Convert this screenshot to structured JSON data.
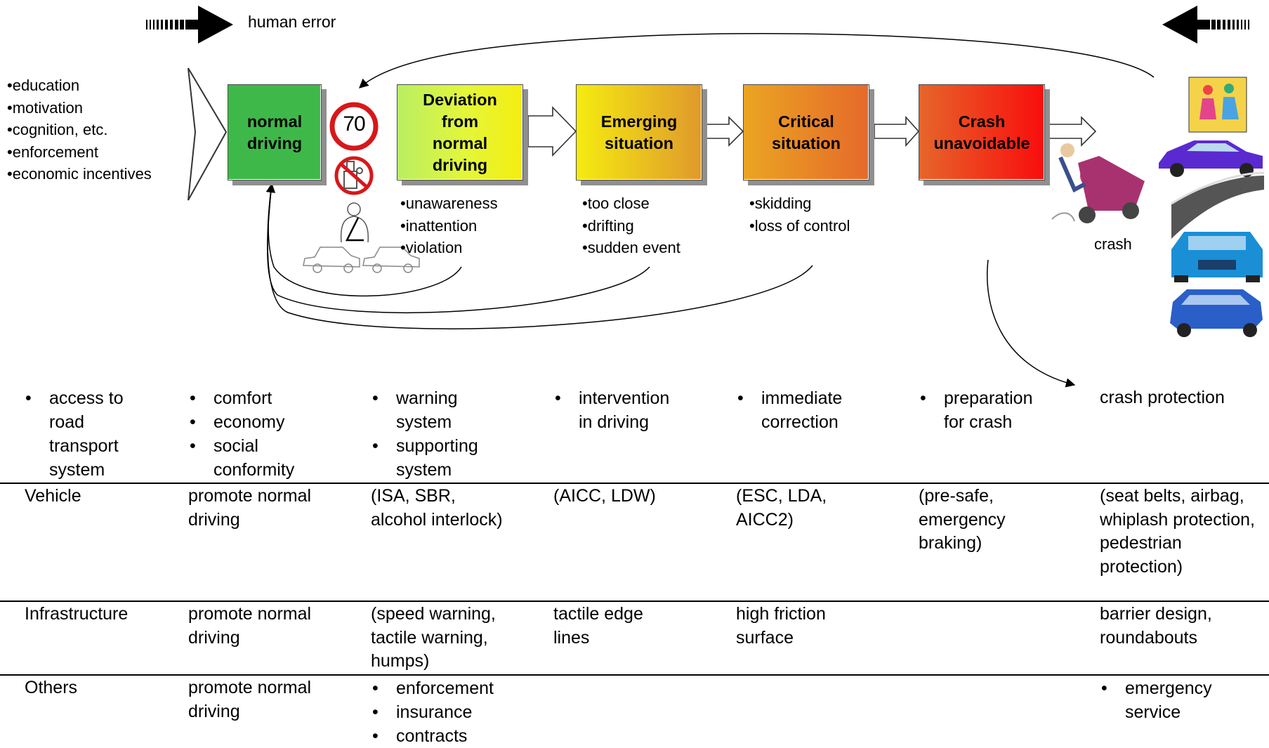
{
  "colors": {
    "normal_driving": "#3fb84a",
    "deviation": "#c3f05a",
    "emerging": "#e6c21a",
    "critical": "#e08a2c",
    "crash": "#ec3d18"
  },
  "icons": [
    "arrow-right-icon",
    "arrow-left-icon",
    "speed-limit-70-icon",
    "no-alcohol-icon",
    "seatbelt-icon",
    "car-following-icon",
    "crash-car-icon",
    "pedestrians-icon",
    "purple-car-icon",
    "road-icon",
    "blue-car-front-icon",
    "blue-car-rear-icon"
  ],
  "top": {
    "human_error": "human error",
    "crash_label": "crash"
  },
  "factors": [
    "education",
    "motivation",
    "cognition, etc.",
    "enforcement",
    "economic incentives"
  ],
  "speed_sign_value": "70",
  "stages": [
    {
      "label": "normal\ndriving"
    },
    {
      "label": "Deviation\nfrom\nnormal\ndriving"
    },
    {
      "label": "Emerging\nsituation"
    },
    {
      "label": "Critical\nsituation"
    },
    {
      "label": "Crash\nunavoidable"
    }
  ],
  "stage_causes": {
    "deviation": [
      "unawareness",
      "inattention",
      "violation"
    ],
    "emerging": [
      "too close",
      "drifting",
      "sudden event"
    ],
    "critical": [
      "skidding",
      "loss of control"
    ]
  },
  "measures_header": {
    "col1": [
      "access to road transport system"
    ],
    "col2": [
      "comfort",
      "economy",
      "social conformity"
    ],
    "col3": [
      "warning system",
      "supporting system"
    ],
    "col4": [
      "intervention in driving"
    ],
    "col5": [
      "immediate correction"
    ],
    "col6": [
      "preparation for crash"
    ],
    "col7": "crash protection"
  },
  "rows": [
    {
      "name": "Vehicle",
      "c2": "promote normal driving",
      "c3": "(ISA, SBR, alcohol interlock)",
      "c4": "(AICC, LDW)",
      "c5": "(ESC, LDA, AICC2)",
      "c6": "(pre-safe, emergency braking)",
      "c7": "(seat belts, airbag, whiplash protection, pedestrian protection)"
    },
    {
      "name": "Infrastructure",
      "c2": "promote normal driving",
      "c3": "(speed warning, tactile warning, humps)",
      "c4": "tactile edge lines",
      "c5": "high friction surface",
      "c6": "",
      "c7": "barrier design, roundabouts"
    },
    {
      "name": "Others",
      "c2": "promote normal driving",
      "c3_list": [
        "enforcement",
        "insurance",
        "contracts"
      ],
      "c7_list": [
        "emergency service"
      ]
    }
  ]
}
